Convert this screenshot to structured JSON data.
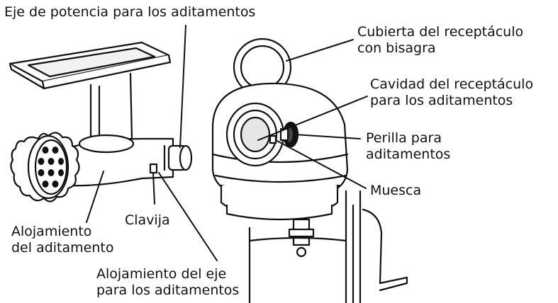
{
  "labels": {
    "attachment_shaft": "Eje de potencia para los aditamentos",
    "hub_cover": [
      "Cubierta del receptáculo",
      "con bisagra"
    ],
    "hub_socket": [
      "Cavidad del receptáculo",
      "para los aditamentos"
    ],
    "knob": [
      "Perilla para",
      "aditamentos"
    ],
    "notch": "Muesca",
    "pin": "Clavija",
    "housing": [
      "Alojamiento",
      "del aditamento"
    ],
    "shaft_housing": [
      "Alojamiento del eje",
      "para los aditamentos"
    ]
  },
  "colors": {
    "ink": "#111111",
    "fill": "#ffffff",
    "shade": "#e6e6e6"
  }
}
